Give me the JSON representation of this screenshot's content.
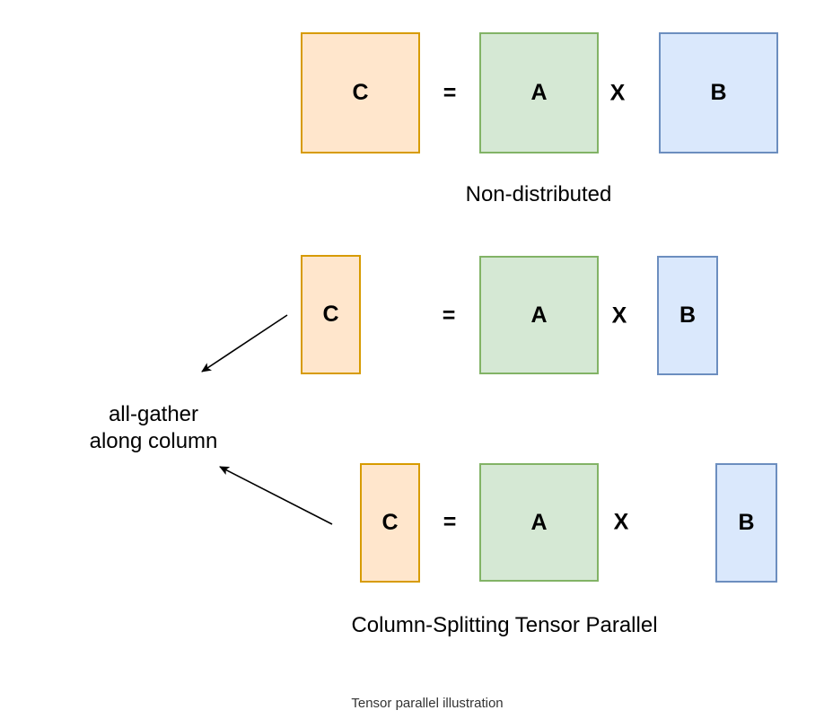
{
  "colors": {
    "c_fill": "#FFE6CC",
    "c_border": "#D79B00",
    "a_fill": "#D5E8D4",
    "a_border": "#82B366",
    "b_fill": "#DAE8FC",
    "b_border": "#6C8EBF",
    "arrow": "#000000",
    "caption_text": "#333333"
  },
  "rows": [
    {
      "c": "C",
      "equals": "=",
      "a": "A",
      "times": "X",
      "b": "B",
      "label": "Non-distributed"
    },
    {
      "c": "C",
      "equals": "=",
      "a": "A",
      "times": "X",
      "b": "B"
    },
    {
      "c": "C",
      "equals": "=",
      "a": "A",
      "times": "X",
      "b": "B",
      "label": "Column-Splitting Tensor Parallel"
    }
  ],
  "annotation": {
    "line1": "all-gather",
    "line2": "along column"
  },
  "caption": "Tensor parallel illustration"
}
